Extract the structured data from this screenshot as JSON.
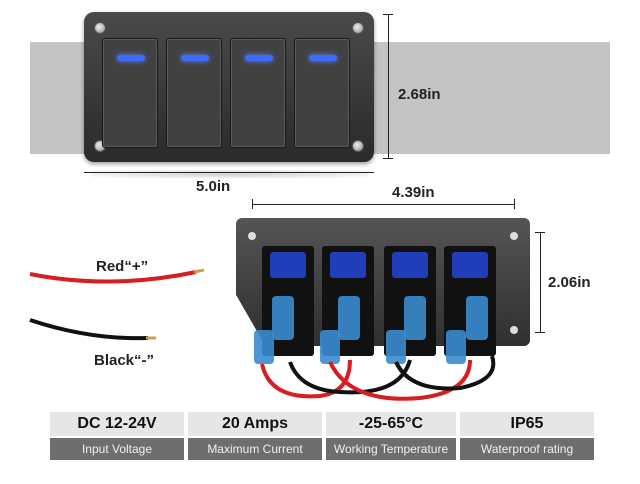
{
  "dimensions": {
    "front_height": "2.68in",
    "front_width": "5.0in",
    "back_width": "4.39in",
    "back_height": "2.06in"
  },
  "wires": {
    "red_label": "Red“+”",
    "black_label": "Black“-”"
  },
  "specs": [
    {
      "value": "DC 12-24V",
      "label": "Input Voltage"
    },
    {
      "value": "20 Amps",
      "label": "Maximum Current"
    },
    {
      "value": "-25-65°C",
      "label": "Working Temperature"
    },
    {
      "value": "IP65",
      "label": "Waterproof rating"
    }
  ],
  "colors": {
    "led": "#3e6bff",
    "red_wire": "#d81e1e",
    "black_wire": "#111111",
    "terminal_blue": "#3a8ccf",
    "spec_label_bg": "#6e6e6e"
  }
}
